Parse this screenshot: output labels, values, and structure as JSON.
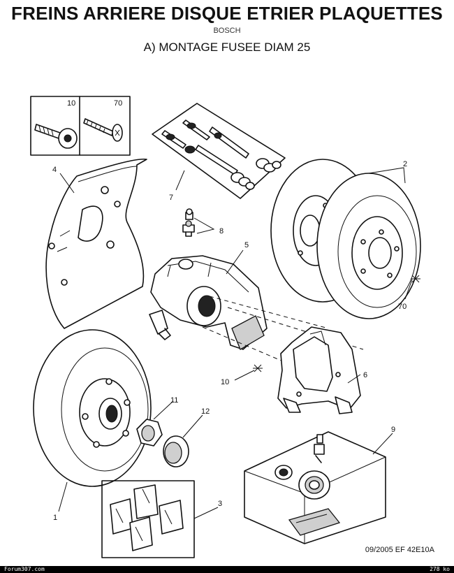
{
  "header": {
    "title": "FREINS ARRIERE DISQUE ETRIER PLAQUETTES",
    "brand": "BOSCH",
    "subtitle": "A) MONTAGE FUSEE DIAM 25"
  },
  "inset": {
    "left_label": "10",
    "right_label": "70"
  },
  "callouts": {
    "c1": "1",
    "c2": "2",
    "c3": "3",
    "c4": "4",
    "c5": "5",
    "c6": "6",
    "c7": "7",
    "c8": "8",
    "c9": "9",
    "c10": "10",
    "c11": "11",
    "c12": "12",
    "c70": "70"
  },
  "footer": {
    "reference": "09/2005   EF 42E10A",
    "site": "Forum307.com",
    "size": "278 ko"
  }
}
